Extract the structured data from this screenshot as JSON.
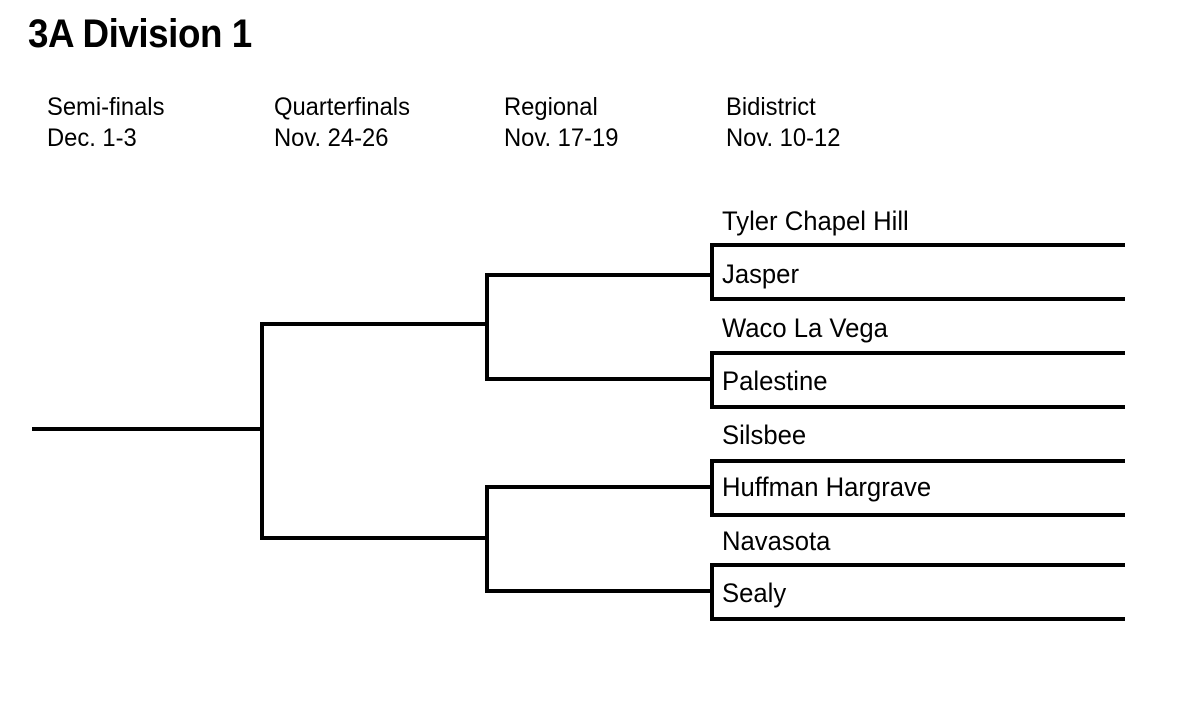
{
  "title": "3A Division 1",
  "rounds": [
    {
      "name": "Semi-finals",
      "dates": "Dec. 1-3"
    },
    {
      "name": "Quarterfinals",
      "dates": "Nov. 24-26"
    },
    {
      "name": "Regional",
      "dates": "Nov. 17-19"
    },
    {
      "name": "Bidistrict",
      "dates": "Nov. 10-12"
    }
  ],
  "teams": [
    {
      "name": "Tyler Chapel Hill"
    },
    {
      "name": "Jasper"
    },
    {
      "name": "Waco La Vega"
    },
    {
      "name": "Palestine"
    },
    {
      "name": "Silsbee"
    },
    {
      "name": "Huffman Hargrave"
    },
    {
      "name": "Navasota"
    },
    {
      "name": "Sealy"
    }
  ],
  "chart_data": {
    "type": "bracket",
    "title": "3A Division 1",
    "orientation": "right-to-left",
    "rounds": [
      "Semi-finals",
      "Quarterfinals",
      "Regional",
      "Bidistrict"
    ],
    "round_dates": [
      "Dec. 1-3",
      "Nov. 24-26",
      "Nov. 17-19",
      "Nov. 10-12"
    ],
    "bidistrict_teams": [
      "Tyler Chapel Hill",
      "Jasper",
      "Waco La Vega",
      "Palestine",
      "Silsbee",
      "Huffman Hargrave",
      "Navasota",
      "Sealy"
    ],
    "bidistrict_matchups": [
      [
        "Tyler Chapel Hill",
        "Jasper"
      ],
      [
        "Waco La Vega",
        "Palestine"
      ],
      [
        "Silsbee",
        "Huffman Hargrave"
      ],
      [
        "Navasota",
        "Sealy"
      ]
    ],
    "regional_advancers": [
      "Jasper",
      "Palestine",
      "Huffman Hargrave",
      "Sealy"
    ],
    "quarterfinal_matchups": [
      [
        "Jasper",
        "Palestine"
      ],
      [
        "Huffman Hargrave",
        "Sealy"
      ]
    ],
    "quarterfinal_advancers": [
      "",
      ""
    ],
    "semifinal_advancer": "",
    "line_color": "#000000",
    "background_color": "#ffffff"
  }
}
